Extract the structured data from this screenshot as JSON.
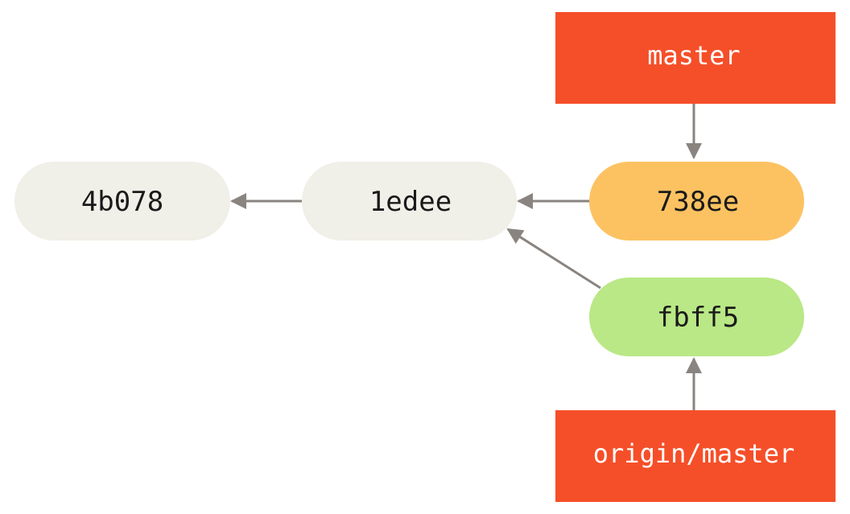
{
  "colors": {
    "commit_default": "#f0efe8",
    "commit_head": "#fcc262",
    "commit_remote": "#bae886",
    "branch": "#f54f29",
    "edge": "#8a8480"
  },
  "commits": [
    {
      "id": "c4b078",
      "label": "4b078",
      "color": "#f0efe8"
    },
    {
      "id": "c1edee",
      "label": "1edee",
      "color": "#f0efe8"
    },
    {
      "id": "c738ee",
      "label": "738ee",
      "color": "#fcc262"
    },
    {
      "id": "cfbff5",
      "label": "fbff5",
      "color": "#bae886"
    }
  ],
  "branches": [
    {
      "id": "master",
      "label": "master",
      "points_to": "c738ee"
    },
    {
      "id": "origin-master",
      "label": "origin/master",
      "points_to": "cfbff5"
    }
  ],
  "edges": [
    {
      "from": "c1edee",
      "to": "c4b078"
    },
    {
      "from": "c738ee",
      "to": "c1edee"
    },
    {
      "from": "cfbff5",
      "to": "c1edee"
    },
    {
      "from": "master",
      "to": "c738ee"
    },
    {
      "from": "origin-master",
      "to": "cfbff5"
    }
  ]
}
